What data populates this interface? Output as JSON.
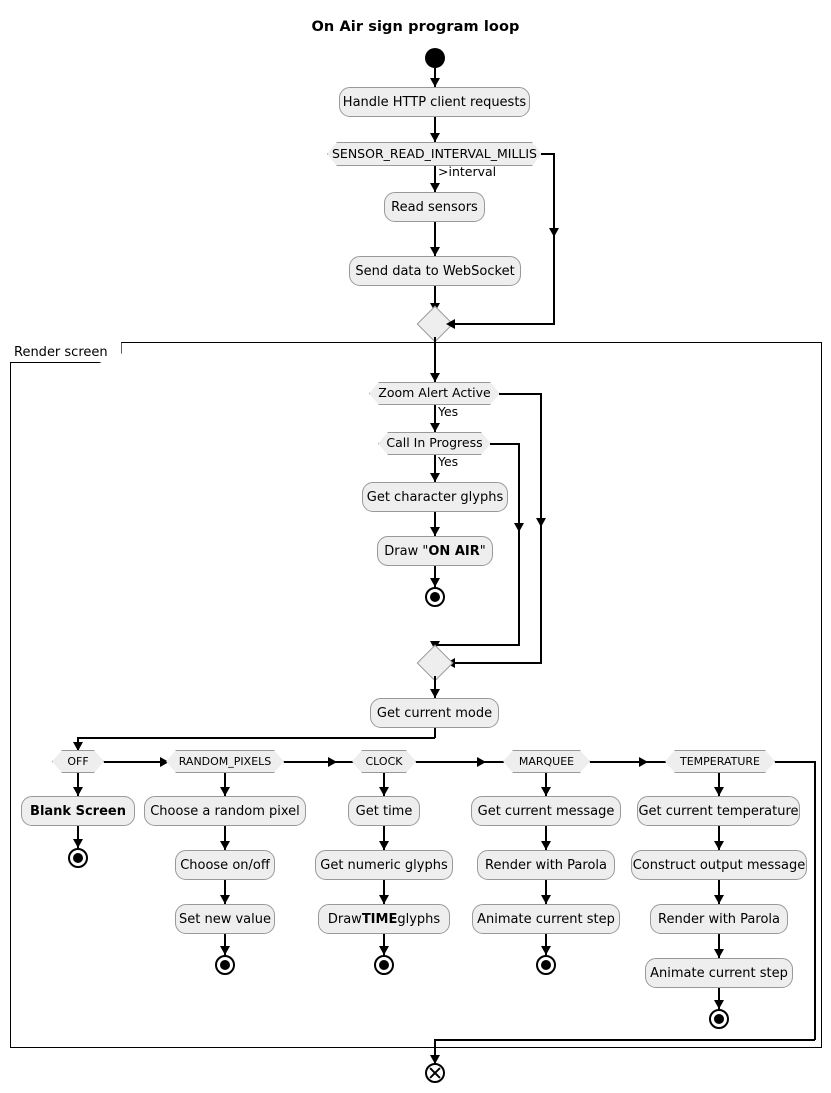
{
  "diagram": {
    "title": "On Air sign program loop",
    "type": "uml-activity-diagram"
  },
  "partition": {
    "label": "Render screen"
  },
  "main_loop": {
    "nodes": [
      {
        "id": "start",
        "kind": "initial-node",
        "label": ""
      },
      {
        "id": "handle-http",
        "kind": "activity",
        "label": "Handle HTTP client requests"
      },
      {
        "id": "sensor-interval",
        "kind": "decision",
        "label": "SENSOR_READ_INTERVAL_MILLIS"
      },
      {
        "id": "read-sensors",
        "kind": "activity",
        "label": "Read sensors"
      },
      {
        "id": "send-websocket",
        "kind": "activity",
        "label": "Send data to WebSocket"
      },
      {
        "id": "merge-sensor",
        "kind": "merge",
        "label": ""
      }
    ],
    "edge_labels": {
      "interval_yes": ">interval"
    }
  },
  "zoom_alert": {
    "decision_zoom": "Zoom Alert Active",
    "decision_call": "Call In Progress",
    "yes_label_1": "Yes",
    "yes_label_2": "Yes",
    "get_glyphs": "Get character glyphs",
    "draw_onair_prefix": "Draw \"",
    "draw_onair_bold": "ON AIR",
    "draw_onair_suffix": "\""
  },
  "mode": {
    "get_current_mode": "Get current mode",
    "branches": [
      {
        "name": "OFF",
        "steps": [
          {
            "label": "Blank Screen",
            "bold": true
          }
        ]
      },
      {
        "name": "RANDOM_PIXELS",
        "steps": [
          {
            "label": "Choose a random pixel",
            "bold": false
          },
          {
            "label": "Choose on/off",
            "bold": false
          },
          {
            "label": "Set new value",
            "bold": false
          }
        ]
      },
      {
        "name": "CLOCK",
        "steps": [
          {
            "label": "Get time",
            "bold": false
          },
          {
            "label": "Get numeric glyphs",
            "bold": false
          },
          {
            "label": "Draw TIME glyphs",
            "bold": false
          }
        ],
        "draw_time": {
          "prefix": "Draw ",
          "bold": "TIME",
          "suffix": " glyphs"
        }
      },
      {
        "name": "MARQUEE",
        "steps": [
          {
            "label": "Get current message",
            "bold": false
          },
          {
            "label": "Render with Parola",
            "bold": false
          },
          {
            "label": "Animate current step",
            "bold": false
          }
        ]
      },
      {
        "name": "TEMPERATURE",
        "steps": [
          {
            "label": "Get current temperature",
            "bold": false
          },
          {
            "label": "Construct output message",
            "bold": false
          },
          {
            "label": "Render with Parola",
            "bold": false
          },
          {
            "label": "Animate current step",
            "bold": false
          }
        ]
      }
    ]
  },
  "colors": {
    "node_fill": "#EEEEEE",
    "node_border": "#999999",
    "line": "#000000",
    "background": "#FFFFFF",
    "text": "#000000"
  }
}
